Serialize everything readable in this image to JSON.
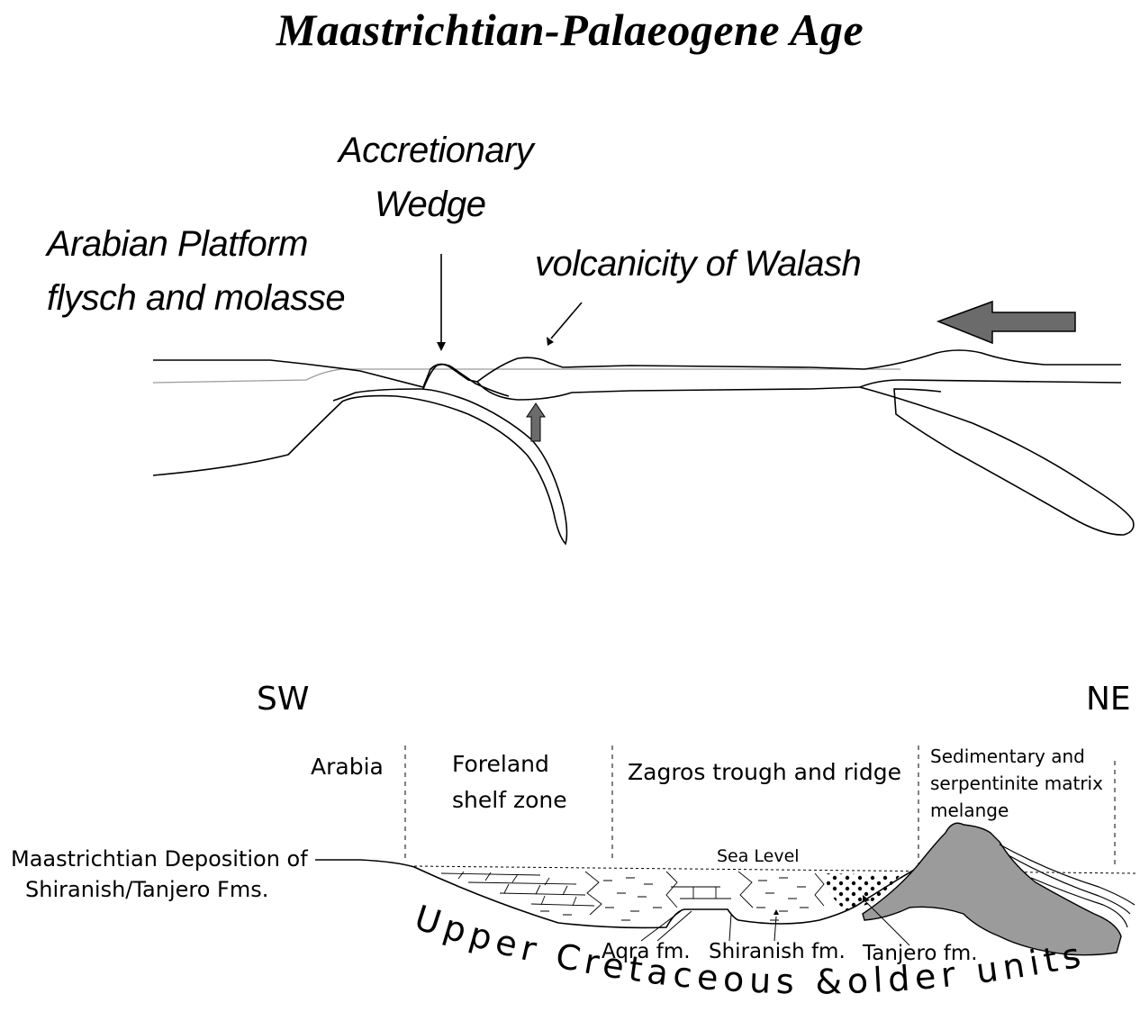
{
  "title": "Maastrichtian-Palaeogene Age",
  "upper_section": {
    "labels": {
      "accretionary_line1": "Accretionary",
      "accretionary_line2": "Wedge",
      "arabian_line1": "Arabian Platform",
      "arabian_line2": "flysch and molasse",
      "volcanicity": "volcanicity of Walash"
    }
  },
  "lower_section": {
    "direction_left": "SW",
    "direction_right": "NE",
    "zones": {
      "arabia": "Arabia",
      "foreland_line1": "Foreland",
      "foreland_line2": "shelf zone",
      "zagros": "Zagros trough and ridge",
      "melange_line1": "Sedimentary and",
      "melange_line2": "serpentinite matrix",
      "melange_line3": "melange"
    },
    "sea_level": "Sea Level",
    "deposition_line1": "Maastrichtian Deposition of",
    "deposition_line2": "Shiranish/Tanjero Fms.",
    "formations": {
      "aqra": "Aqra fm.",
      "shiranish": "Shiranish fm.",
      "tanjero": "Tanjero fm."
    },
    "basement_text": "Upper Cretaceous &older units"
  },
  "colors": {
    "arrow_fill": "#6b6b6b",
    "melange_fill": "#9b9b9b",
    "line": "#000000"
  }
}
